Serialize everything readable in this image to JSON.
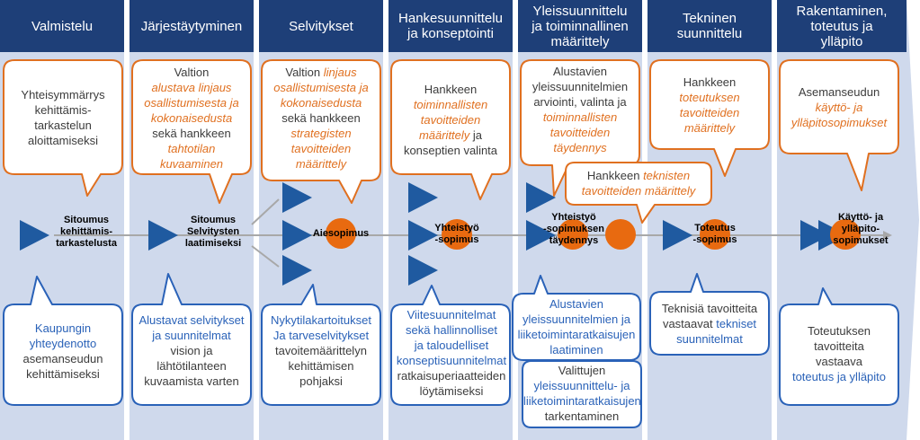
{
  "phases": [
    {
      "title": "Valmistelu"
    },
    {
      "title": "Järjestäytyminen"
    },
    {
      "title": "Selvitykset"
    },
    {
      "title_1": "Hankesuunnittelu",
      "title_2": "ja konseptointi"
    },
    {
      "title_1": "Yleissuunnittelu",
      "title_2": "ja toiminnallinen",
      "title_3": "määrittely"
    },
    {
      "title_1": "Tekninen",
      "title_2": "suunnittelu"
    },
    {
      "title_1": "Rakentaminen,",
      "title_2": "toteutus ja",
      "title_3": "ylläpito"
    }
  ],
  "goals": [
    {
      "l1": "Yhteisymmärrys",
      "l2": "kehittämis-",
      "l3": "tarkastelun",
      "l4": "aloittamiseksi"
    },
    {
      "l1": "Valtion",
      "o1": "alustava linjaus",
      "o2": "osallistumisesta ja",
      "o3": "kokonaisedusta",
      "l2": "sekä hankkeen",
      "o4": "tahtotilan",
      "o5": "kuvaaminen"
    },
    {
      "l1": "Valtion",
      "o1": "linjaus",
      "o2": "osallistumisesta ja",
      "o3": "kokonaisedusta",
      "l2": "sekä hankkeen",
      "o4": "strategisten",
      "o5": "tavoitteiden",
      "o6": "määrittely"
    },
    {
      "l1": "Hankkeen",
      "o1": "toiminnallisten",
      "o2": "tavoitteiden",
      "o3": "määrittely",
      "l2": "ja",
      "l3": "konseptien valinta"
    },
    {
      "l1": "Alustavien",
      "l2": "yleissuunnitelmien",
      "l3": "arviointi, valinta ja",
      "o1": "toiminnallisten",
      "o2": "tavoitteiden",
      "o3": "täydennys"
    },
    {
      "l1": "Hankkeen",
      "o1": "toteutuksen",
      "o2": "tavoitteiden",
      "o3": "määrittely"
    },
    {
      "l1": "Asemanseudun",
      "o1": "käyttö- ja",
      "o2": "ylläpitosopimukset"
    },
    {
      "l1": "Hankkeen",
      "o1": "teknisten",
      "o2": "tavoitteiden määrittely"
    }
  ],
  "milestones": [
    {
      "l1": "Sitoumus",
      "l2": "kehittämis-",
      "l3": "tarkastelusta"
    },
    {
      "l1": "Sitoumus",
      "l2": "Selvitysten",
      "l3": "laatimiseksi"
    },
    {
      "l1": "Aiesopimus"
    },
    {
      "l1": "Yhteistyö",
      "l2": "-sopimus"
    },
    {
      "l1": "Yhteistyö",
      "l2": "-sopimuksen",
      "l3": "täydennys"
    },
    {
      "l1": "Toteutus",
      "l2": "-sopimus"
    },
    {
      "l1": "Käyttö- ja",
      "l2": "ylläpito-",
      "l3": "sopimukset"
    }
  ],
  "outputs": [
    {
      "b1": "Kaupungin",
      "b2": "yhteydenotto",
      "l1": "asemanseudun",
      "l2": "kehittämiseksi"
    },
    {
      "b1": "Alustavat selvitykset",
      "b2": "ja suunnitelmat",
      "l1": "vision ja",
      "l2": "lähtötilanteen",
      "l3": "kuvaamista varten"
    },
    {
      "b1": "Nykytilakartoitukset",
      "b2": "Ja tarveselvitykset",
      "l1": "tavoitemäärittelyn",
      "l2": "kehittämisen",
      "l3": "pohjaksi"
    },
    {
      "b1": "Viitesuunnitelmat",
      "b2": "sekä hallinnolliset",
      "b3": "ja taloudelliset",
      "b4": "konseptisuunnitelmat",
      "l1": "ratkaisuperiaatteiden",
      "l2": "löytämiseksi"
    },
    {
      "b1": "Alustavien",
      "b2": "yleissuunnitelmien ja",
      "b3": "liiketoimintaratkaisujen",
      "b4": "laatiminen"
    },
    {
      "l1": "Valittujen",
      "b1": "yleissuunnittelu- ja",
      "b2": "liiketoimintaratkaisujen",
      "l2": "tarkentaminen"
    },
    {
      "l1": "Teknisiä tavoitteita",
      "l2": "vastaavat",
      "b1": "tekniset",
      "b2": "suunnitelmat"
    },
    {
      "l1": "Toteutuksen",
      "l2": "tavoitteita",
      "l3": "vastaava",
      "b1": "toteutus ja ylläpito"
    }
  ],
  "colors": {
    "header_bg": "#1e3f78",
    "panel_bg": "#cfd9ec",
    "goal_stroke": "#e07020",
    "output_stroke": "#2a62b8",
    "triangle": "#1f5aa0",
    "milestone_dot": "#e86a10",
    "flow_arrow": "#a8a8a8"
  }
}
